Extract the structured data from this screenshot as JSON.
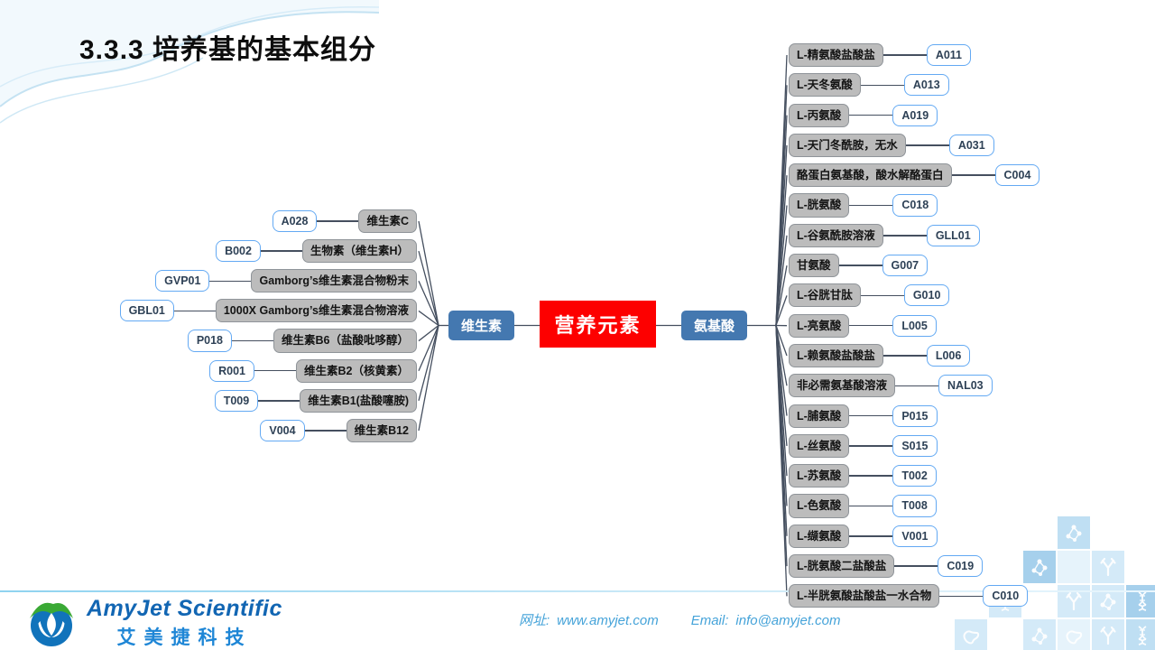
{
  "slide": {
    "title": "3.3.3 培养基的基本组分",
    "logo": {
      "name_en": "AmyJet Scientific",
      "name_cn": "艾美捷科技"
    },
    "footer": {
      "url_label": "网址:",
      "url": "www.amyjet.com",
      "email_label": "Email:",
      "email": "info@amyjet.com"
    }
  },
  "mindmap": {
    "root": {
      "label": "营养元素",
      "color": "#fd0000"
    },
    "branches": [
      {
        "label": "维生素",
        "side": "left",
        "color": "#4478b0",
        "items": [
          {
            "code": "A028",
            "name": "维生素C"
          },
          {
            "code": "B002",
            "name": "生物素（维生素H）"
          },
          {
            "code": "GVP01",
            "name": "Gamborg’s维生素混合物粉末"
          },
          {
            "code": "GBL01",
            "name": "1000X Gamborg’s维生素混合物溶液"
          },
          {
            "code": "P018",
            "name": "维生素B6（盐酸吡哆醇）"
          },
          {
            "code": "R001",
            "name": "维生素B2（核黄素）"
          },
          {
            "code": "T009",
            "name": "维生素B1(盐酸噻胺)"
          },
          {
            "code": "V004",
            "name": "维生素B12"
          }
        ]
      },
      {
        "label": "氨基酸",
        "side": "right",
        "color": "#4478b0",
        "items": [
          {
            "code": "A011",
            "name": "L-精氨酸盐酸盐"
          },
          {
            "code": "A013",
            "name": "L-天冬氨酸"
          },
          {
            "code": "A019",
            "name": "L-丙氨酸"
          },
          {
            "code": "A031",
            "name": "L-天门冬酰胺，无水"
          },
          {
            "code": "C004",
            "name": "酪蛋白氨基酸，酸水解酪蛋白"
          },
          {
            "code": "C018",
            "name": "L-胱氨酸"
          },
          {
            "code": "GLL01",
            "name": "L-谷氨酰胺溶液"
          },
          {
            "code": "G007",
            "name": "甘氨酸"
          },
          {
            "code": "G010",
            "name": "L-谷胱甘肽"
          },
          {
            "code": "L005",
            "name": "L-亮氨酸"
          },
          {
            "code": "L006",
            "name": "L-赖氨酸盐酸盐"
          },
          {
            "code": "NAL03",
            "name": "非必需氨基酸溶液"
          },
          {
            "code": "P015",
            "name": "L-脯氨酸"
          },
          {
            "code": "S015",
            "name": "L-丝氨酸"
          },
          {
            "code": "T002",
            "name": "L-苏氨酸"
          },
          {
            "code": "T008",
            "name": "L-色氨酸"
          },
          {
            "code": "V001",
            "name": "L-缬氨酸"
          },
          {
            "code": "C019",
            "name": "L-胱氨酸二盐酸盐"
          },
          {
            "code": "C010",
            "name": "L-半胱氨酸盐酸盐一水合物"
          }
        ]
      }
    ]
  },
  "colors": {
    "item_box_bg": "#bcbcbc",
    "code_box_border": "#63a9f3",
    "connector_line": "#454f5f",
    "footer_text": "#45a3d9",
    "logo_blue": "#1266b3",
    "logo_green": "#3aa935"
  },
  "decor": {
    "tiles": [
      {
        "row": 0,
        "col": 3,
        "shade": "mid",
        "icon": "molecule-icon"
      },
      {
        "row": 1,
        "col": 2,
        "shade": "dark",
        "icon": "molecule-icon"
      },
      {
        "row": 1,
        "col": 3,
        "shade": "lighter",
        "icon": ""
      },
      {
        "row": 1,
        "col": 4,
        "shade": "light",
        "icon": "antibody-icon"
      },
      {
        "row": 2,
        "col": 1,
        "shade": "light",
        "icon": "dna-icon"
      },
      {
        "row": 2,
        "col": 3,
        "shade": "light",
        "icon": "antibody-icon"
      },
      {
        "row": 2,
        "col": 4,
        "shade": "light",
        "icon": "molecule-icon"
      },
      {
        "row": 2,
        "col": 5,
        "shade": "dark",
        "icon": "dna-icon"
      },
      {
        "row": 3,
        "col": 0,
        "shade": "light",
        "icon": "protein-icon"
      },
      {
        "row": 3,
        "col": 2,
        "shade": "light",
        "icon": "molecule-icon"
      },
      {
        "row": 3,
        "col": 3,
        "shade": "lighter",
        "icon": "protein-icon"
      },
      {
        "row": 3,
        "col": 4,
        "shade": "light",
        "icon": "antibody-icon"
      },
      {
        "row": 3,
        "col": 5,
        "shade": "mid",
        "icon": "dna-icon"
      }
    ]
  }
}
